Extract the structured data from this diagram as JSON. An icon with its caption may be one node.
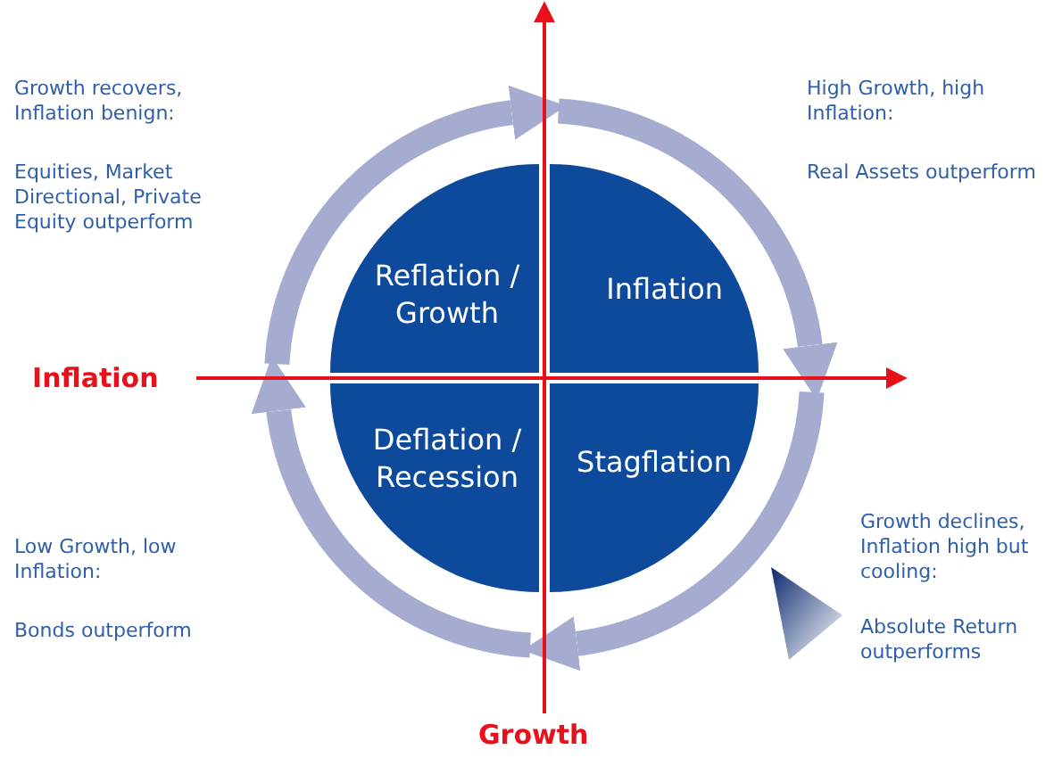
{
  "diagram": {
    "nodes": [
      {
        "text": [
          "Reflation / Growth"
        ]
      },
      {
        "text": [
          "Inflation"
        ]
      },
      {
        "text": [
          "Stagflation"
        ]
      },
      {
        "text": [
          "Deflation / Recession"
        ]
      }
    ],
    "labels": [
      "Growth recovers, Inflation benign:",
      "Equities, Market Directional, Private Equity outperform",
      "High Growth, high Inflation:",
      "Real Assets outperform",
      "Inflation",
      "Low Growth, low Inflation:",
      "Bonds outperform",
      "Growth declines, Inflation high but cooling:",
      "Absolute Return outperforms",
      "Growth"
    ]
  }
}
